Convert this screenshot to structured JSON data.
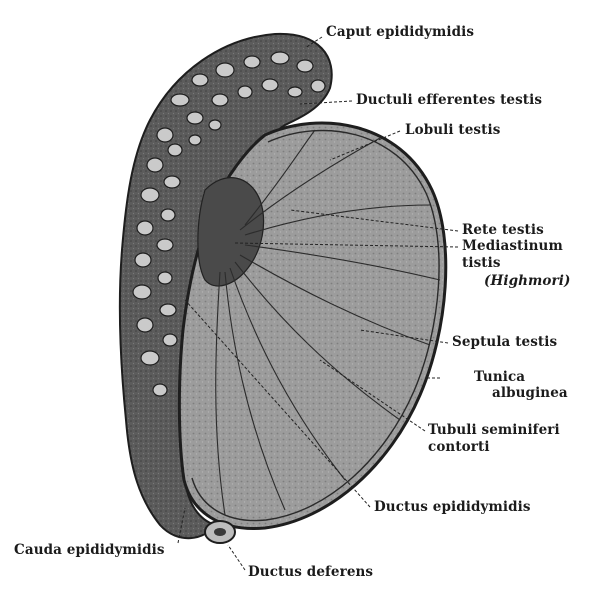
{
  "labels": {
    "caput": "Caput epididymidis",
    "ductuli": "Ductuli efferentes testis",
    "lobuli": "Lobuli testis",
    "rete": "Rete testis",
    "mediastinum_1": "Mediastinum",
    "mediastinum_2": "tistis",
    "mediastinum_3": "(Highmori)",
    "septula": "Septula testis",
    "tunica_1": "Tunica",
    "tunica_2": "albuginea",
    "tubuli_1": "Tubuli seminiferi",
    "tubuli_2": "contorti",
    "ductus_epi": "Ductus epididymidis",
    "cauda": "Cauda epididymidis",
    "deferens": "Ductus deferens"
  },
  "colors": {
    "ink": "#1b1b1b",
    "testis_fill": "#9a9a9a",
    "epididymis_fill": "#5e5e5e",
    "tubule_fill": "#c9c9c9",
    "tubule_stroke": "#222222"
  }
}
